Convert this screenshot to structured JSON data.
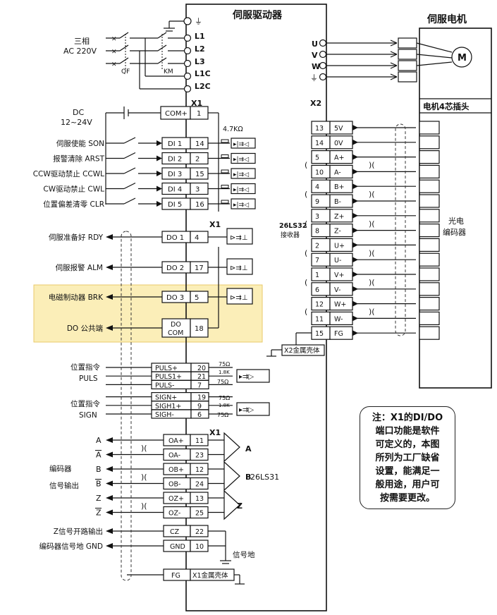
{
  "driver_title": "伺服驱动器",
  "motor_title": "伺服电机",
  "motor_symbol": "M",
  "power": {
    "label_line1": "三相",
    "label_line2": "AC 220V",
    "qf": "QF",
    "km": "KM",
    "terminals": [
      "L1",
      "L2",
      "L3",
      "L1C",
      "L2C"
    ]
  },
  "connector_x1": "X1",
  "connector_x2": "X2",
  "motor_phase_terminals": [
    "U",
    "V",
    "W"
  ],
  "motor_plug_label": "电机4芯插头",
  "dc_supply": {
    "line1": "DC",
    "line2": "12~24V"
  },
  "resistor_label": "4.7KΩ",
  "com_row": {
    "name": "COM+",
    "pin": "1"
  },
  "di_rows": [
    {
      "label": "伺服使能  SON",
      "name": "DI 1",
      "pin": "14"
    },
    {
      "label": "报警清除  ARST",
      "name": "DI 2",
      "pin": "2"
    },
    {
      "label": "CCW驱动禁止  CCWL",
      "name": "DI 3",
      "pin": "15"
    },
    {
      "label": "CW驱动禁止  CWL",
      "name": "DI 4",
      "pin": "3"
    },
    {
      "label": "位置偏差清零  CLR",
      "name": "DI 5",
      "pin": "16"
    }
  ],
  "do_rows": [
    {
      "label": "伺服准备好  RDY",
      "name": "DO 1",
      "pin": "4"
    },
    {
      "label": "伺服报警  ALM",
      "name": "DO 2",
      "pin": "17"
    },
    {
      "label": "电磁制动器  BRK",
      "name": "DO 3",
      "pin": "5"
    },
    {
      "label": "DO  公共端",
      "name_line1": "DO",
      "name_line2": "COM",
      "pin": "18"
    }
  ],
  "pulse_group": {
    "puls_label1": "位置指令",
    "puls_label2": "PULS",
    "sign_label1": "位置指令",
    "sign_label2": "SIGN",
    "rows": [
      {
        "name": "PULS+",
        "pin": "20"
      },
      {
        "name": "PULS1+",
        "pin": "21"
      },
      {
        "name": "PULS-",
        "pin": "7"
      },
      {
        "name": "SIGN+",
        "pin": "19"
      },
      {
        "name": "SIGH1+",
        "pin": "9"
      },
      {
        "name": "SIGH-",
        "pin": "6"
      }
    ],
    "r75": "75Ω",
    "r18k": "1.8K"
  },
  "encoder_out": {
    "label1": "编码器",
    "label2": "信号输出",
    "signals": [
      "A",
      "A",
      "B",
      "B",
      "Z",
      "Z"
    ],
    "rows": [
      {
        "name": "OA+",
        "pin": "11"
      },
      {
        "name": "OA-",
        "pin": "23"
      },
      {
        "name": "OB+",
        "pin": "12"
      },
      {
        "name": "OB-",
        "pin": "24"
      },
      {
        "name": "OZ+",
        "pin": "13"
      },
      {
        "name": "OZ-",
        "pin": "25"
      }
    ],
    "driver_a": "A",
    "driver_b": "B",
    "driver_z": "Z",
    "chip": "26LS31"
  },
  "cz_row": {
    "label": "Z信号开路输出",
    "name": "CZ",
    "pin": "22"
  },
  "gnd_row": {
    "label": "编码器信号地  GND",
    "name": "GND",
    "pin": "10"
  },
  "signal_ground": "信号地",
  "fg_row": {
    "name": "FG",
    "pin_label": "X1金属壳体"
  },
  "x2_rows": [
    {
      "pin": "13",
      "name": "5V"
    },
    {
      "pin": "14",
      "name": "0V"
    },
    {
      "pin": "5",
      "name": "A+"
    },
    {
      "pin": "10",
      "name": "A-"
    },
    {
      "pin": "4",
      "name": "B+"
    },
    {
      "pin": "9",
      "name": "B-"
    },
    {
      "pin": "3",
      "name": "Z+"
    },
    {
      "pin": "8",
      "name": "Z-"
    },
    {
      "pin": "2",
      "name": "U+"
    },
    {
      "pin": "7",
      "name": "U-"
    },
    {
      "pin": "1",
      "name": "V+"
    },
    {
      "pin": "6",
      "name": "V-"
    },
    {
      "pin": "12",
      "name": "W+"
    },
    {
      "pin": "11",
      "name": "W-"
    },
    {
      "pin": "15",
      "name": "FG"
    }
  ],
  "receiver": {
    "line1": "26LS32",
    "line2": "接收器"
  },
  "x2_shell": "X2金属壳体",
  "encoder_label": {
    "line1": "光电",
    "line2": "编码器"
  },
  "note": {
    "lines": [
      "注：X1的DI/DO",
      "端口功能是软件",
      "可定义的，本图",
      "所列为工厂缺省",
      "设置，能满足一",
      "般用途，用户可",
      "按需要更改。"
    ]
  },
  "colors": {
    "highlight_fill": "#fbeeb8",
    "highlight_border": "#e8c96a"
  }
}
